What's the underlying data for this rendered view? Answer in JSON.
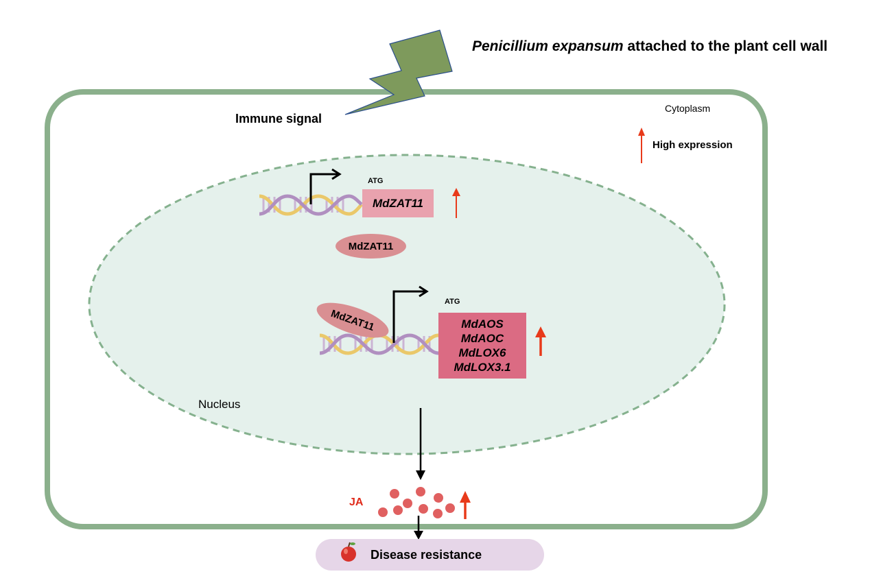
{
  "title": {
    "organism": "Penicillium expansum",
    "rest": " attached to the plant cell wall"
  },
  "labels": {
    "immune_signal": "Immune signal",
    "cytoplasm": "Cytoplasm",
    "high_expression": "High expression",
    "nucleus": "Nucleus",
    "atg_top": "ATG",
    "atg_bottom": "ATG",
    "ja": "JA",
    "disease_resistance": "Disease resistance"
  },
  "genes": {
    "zat11_gene": "MdZAT11",
    "zat11_protein": "MdZAT11",
    "zat11_bound": "MdZAT11",
    "targets": [
      "MdAOS",
      "MdAOC",
      "MdLOX6",
      "MdLOX3.1"
    ]
  },
  "colors": {
    "cell_wall": "#8bb08c",
    "nucleus_fill": "#e5f1ec",
    "nucleus_border": "#85b18e",
    "pathogen": "#7e9a5c",
    "up_arrow": "#e83a1a",
    "ja_particles": "#e06060"
  }
}
